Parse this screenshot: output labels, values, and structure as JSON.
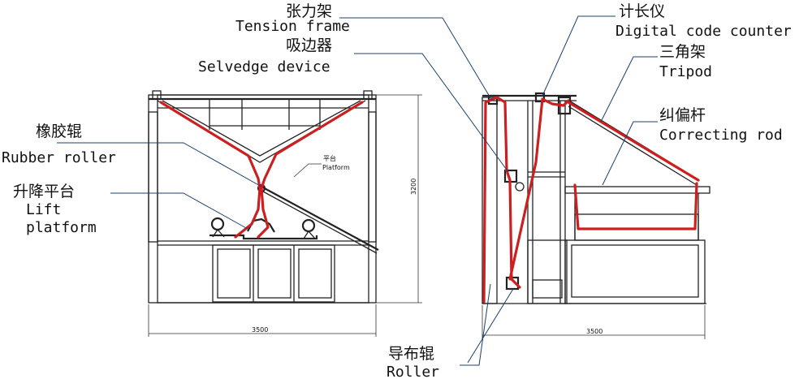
{
  "labels": {
    "tension_frame_cn": "张力架",
    "tension_frame_en": "Tension frame",
    "selvedge_cn": "吸边器",
    "selvedge_en": "Selvedge device",
    "rubber_roller_cn": "橡胶辊",
    "rubber_roller_en": "Rubber roller",
    "lift_platform_cn": "升降平台",
    "lift_platform_en_1": "Lift",
    "lift_platform_en_2": "platform",
    "platform_small_cn": "平台",
    "platform_small_en": "Platform",
    "counter_cn": "计长仪",
    "counter_en": "Digital code counter",
    "tripod_cn": "三角架",
    "tripod_en": "Tripod",
    "correcting_cn": "纠偏杆",
    "correcting_en": "Correcting rod",
    "roller_cn": "导布辊",
    "roller_en": "Roller"
  },
  "dimensions": {
    "front_width": "3500",
    "front_height": "3200",
    "side_width": "3500"
  },
  "colors": {
    "fabric": "#cc1f1f",
    "leader": "#1c3f6e",
    "frame": "#222222"
  }
}
